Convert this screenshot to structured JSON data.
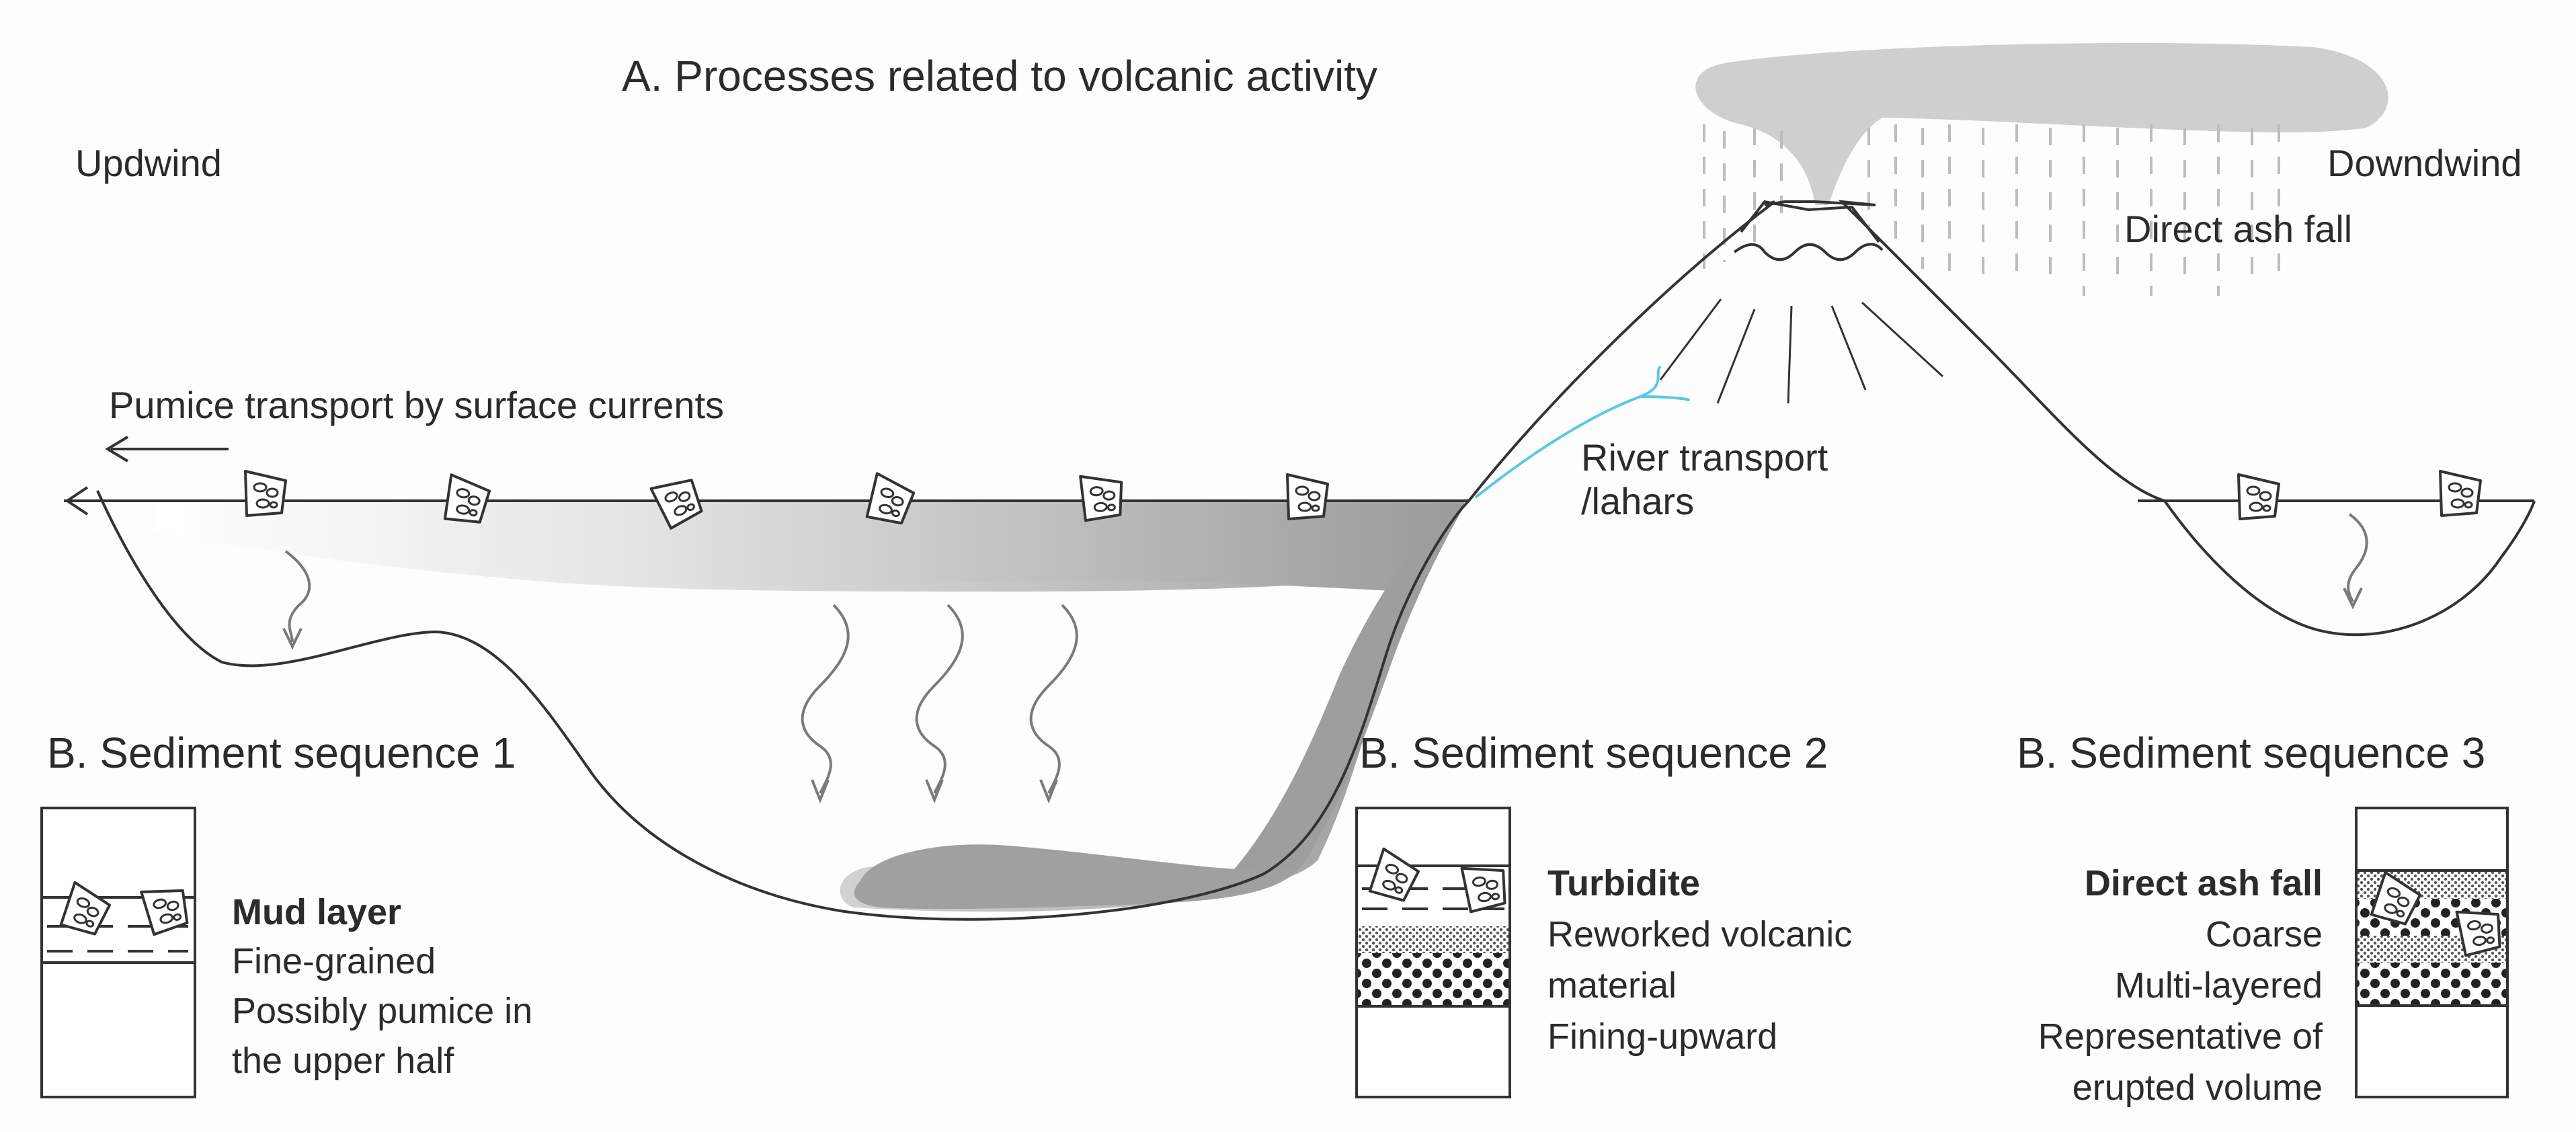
{
  "diagram": {
    "title": "A. Processes related to volcanic activity",
    "upwind_label": "Updwind",
    "downwind_label": "Downdwind",
    "ash_fall_label": "Direct ash fall",
    "pumice_transport_label": "Pumice transport by surface currents",
    "river_transport_label_1": "River transport",
    "river_transport_label_2": "/lahars"
  },
  "sequences": [
    {
      "heading": "B. Sediment sequence 1",
      "title": "Mud layer",
      "lines": [
        "Fine-grained",
        "Possibly pumice in",
        "the upper half"
      ]
    },
    {
      "heading": "B. Sediment sequence 2",
      "title": "Turbidite",
      "lines": [
        "Reworked volcanic",
        "material",
        "Fining-upward"
      ]
    },
    {
      "heading": "B. Sediment sequence 3",
      "title": "Direct ash fall",
      "lines": [
        "Coarse",
        "Multi-layered",
        "Representative of",
        "erupted volume"
      ]
    }
  ],
  "icons": {
    "pumice": "pumice-icon",
    "ash_cloud": "ash-cloud-icon",
    "volcano": "volcano-icon",
    "settling_arrow": "settling-arrow-icon"
  },
  "colors": {
    "ash_cloud": "#cfcfcf",
    "plume_gradient_start": "#ffffff",
    "plume_gradient_end": "#9a9a9a",
    "river": "#5bc8e6",
    "outline": "#333333"
  }
}
